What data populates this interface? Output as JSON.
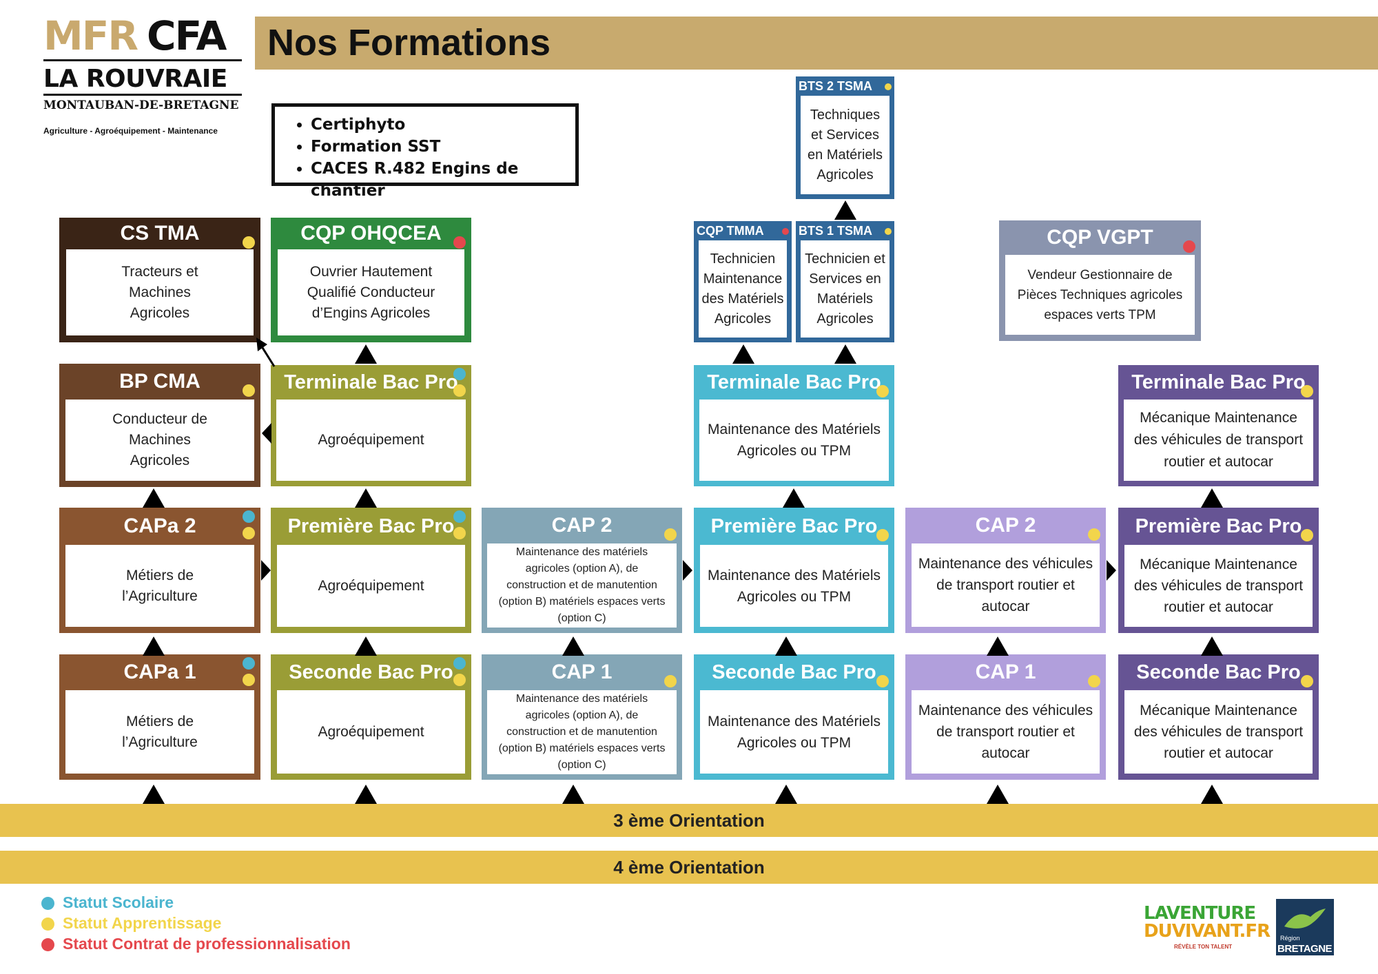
{
  "header": {
    "logo_mfr": "MFR",
    "logo_cfa": "CFA",
    "logo_name": "LA ROUVRAIE",
    "logo_city": "MONTAUBAN-DE-BRETAGNE",
    "logo_tagline": "Agriculture - Agroéquipement - Maintenance",
    "title": "Nos Formations"
  },
  "certifications": [
    "Certiphyto",
    "Formation SST",
    "CACES R.482 Engins de chantier"
  ],
  "colors": {
    "dark_brown": "#3a2416",
    "medium_brown": "#6b4328",
    "light_brown": "#8a5530",
    "dark_green": "#2e8a3e",
    "olive": "#9a9d36",
    "slate": "#84a6b6",
    "cyan": "#4bb9d1",
    "navy_blue": "#31689a",
    "grey_blue": "#8a94ae",
    "lavender": "#b19fdc",
    "purple": "#665494",
    "status_scolaire": "#4bb5cf",
    "status_apprentissage": "#f2d54b",
    "status_contrat": "#e5484d",
    "orientation": "#e8c24f",
    "title_bar": "#c8aa6e"
  },
  "cards": [
    {
      "id": "cs-tma",
      "title": "CS TMA",
      "body": [
        "Tracteurs et",
        "Machines",
        "Agricoles"
      ],
      "color": "dark_brown",
      "statuses": [
        "apprentissage"
      ]
    },
    {
      "id": "cqp-ohqcea",
      "title": "CQP OHQCEA",
      "body": [
        "Ouvrier Hautement",
        "Qualifié Conducteur",
        "d’Engins Agricoles"
      ],
      "color": "dark_green",
      "statuses": [
        "contrat"
      ]
    },
    {
      "id": "bp-cma",
      "title": "BP CMA",
      "body": [
        "Conducteur de",
        "Machines",
        "Agricoles"
      ],
      "color": "medium_brown",
      "statuses": [
        "apprentissage"
      ]
    },
    {
      "id": "terminale-agro",
      "title": "Terminale Bac Pro",
      "body": [
        "Agroéquipement"
      ],
      "color": "olive",
      "statuses": [
        "scolaire",
        "apprentissage"
      ]
    },
    {
      "id": "capa2",
      "title": "CAPa 2",
      "body": [
        "Métiers de",
        "l’Agriculture"
      ],
      "color": "light_brown",
      "statuses": [
        "scolaire",
        "apprentissage"
      ]
    },
    {
      "id": "premiere-agro",
      "title": "Première Bac Pro",
      "body": [
        "Agroéquipement"
      ],
      "color": "olive",
      "statuses": [
        "scolaire",
        "apprentissage"
      ]
    },
    {
      "id": "capa1",
      "title": "CAPa 1",
      "body": [
        "Métiers de",
        "l’Agriculture"
      ],
      "color": "light_brown",
      "statuses": [
        "scolaire",
        "apprentissage"
      ]
    },
    {
      "id": "seconde-agro",
      "title": "Seconde Bac Pro",
      "body": [
        "Agroéquipement"
      ],
      "color": "olive",
      "statuses": [
        "scolaire",
        "apprentissage"
      ]
    },
    {
      "id": "cap2-mma",
      "title": "CAP 2",
      "body": [
        "Maintenance des matériels",
        "agricoles (option A), de",
        "construction et de manutention",
        "(option B) matériels espaces verts",
        "(option C)"
      ],
      "color": "slate",
      "statuses": [
        "apprentissage"
      ]
    },
    {
      "id": "cap1-mma",
      "title": "CAP 1",
      "body": [
        "Maintenance des matériels",
        "agricoles (option A), de",
        "construction et de manutention",
        "(option B) matériels espaces verts",
        "(option C)"
      ],
      "color": "slate",
      "statuses": [
        "apprentissage"
      ]
    },
    {
      "id": "bts2-tsma",
      "title": "BTS 2 TSMA",
      "body": [
        "Techniques",
        "et Services",
        "en Matériels",
        "Agricoles"
      ],
      "color": "navy_blue",
      "statuses": [
        "apprentissage"
      ]
    },
    {
      "id": "cqp-tmma",
      "title": "CQP TMMA",
      "body": [
        "Technicien",
        "Maintenance",
        "des Matériels",
        "Agricoles"
      ],
      "color": "navy_blue",
      "statuses": [
        "contrat"
      ]
    },
    {
      "id": "bts1-tsma",
      "title": "BTS 1 TSMA",
      "body": [
        "Technicien et",
        "Services en",
        "Matériels",
        "Agricoles"
      ],
      "color": "navy_blue",
      "statuses": [
        "apprentissage"
      ]
    },
    {
      "id": "terminale-mma",
      "title": "Terminale Bac Pro",
      "body": [
        "Maintenance des Matériels",
        "Agricoles ou TPM"
      ],
      "color": "cyan",
      "statuses": [
        "apprentissage"
      ]
    },
    {
      "id": "premiere-mma",
      "title": "Première Bac Pro",
      "body": [
        "Maintenance des Matériels",
        "Agricoles ou TPM"
      ],
      "color": "cyan",
      "statuses": [
        "apprentissage"
      ]
    },
    {
      "id": "seconde-mma",
      "title": "Seconde Bac Pro",
      "body": [
        "Maintenance des Matériels",
        "Agricoles ou TPM"
      ],
      "color": "cyan",
      "statuses": [
        "apprentissage"
      ]
    },
    {
      "id": "cqp-vgpt",
      "title": "CQP VGPT",
      "body": [
        "Vendeur Gestionnaire de",
        "Pièces Techniques agricoles",
        "espaces verts TPM"
      ],
      "color": "grey_blue",
      "statuses": [
        "contrat"
      ]
    },
    {
      "id": "cap2-mvt",
      "title": "CAP 2",
      "body": [
        "Maintenance des véhicules",
        "de transport routier et",
        "autocar"
      ],
      "color": "lavender",
      "statuses": [
        "apprentissage"
      ]
    },
    {
      "id": "cap1-mvt",
      "title": "CAP 1",
      "body": [
        "Maintenance des véhicules",
        "de transport routier et",
        "autocar"
      ],
      "color": "lavender",
      "statuses": [
        "apprentissage"
      ]
    },
    {
      "id": "terminale-mvt",
      "title": "Terminale Bac Pro",
      "body": [
        "Mécanique Maintenance",
        "des véhicules de transport",
        "routier et autocar"
      ],
      "color": "purple",
      "statuses": [
        "apprentissage"
      ]
    },
    {
      "id": "premiere-mvt",
      "title": "Première Bac Pro",
      "body": [
        "Mécanique Maintenance",
        "des véhicules de transport",
        "routier et autocar"
      ],
      "color": "purple",
      "statuses": [
        "apprentissage"
      ]
    },
    {
      "id": "seconde-mvt",
      "title": "Seconde Bac Pro",
      "body": [
        "Mécanique Maintenance",
        "des véhicules de transport",
        "routier et autocar"
      ],
      "color": "purple",
      "statuses": [
        "apprentissage"
      ]
    }
  ],
  "orientation": {
    "third": "3 ème Orientation",
    "fourth": "4 ème Orientation"
  },
  "legend": [
    {
      "key": "scolaire",
      "label": "Statut Scolaire",
      "color": "status_scolaire"
    },
    {
      "key": "apprentissage",
      "label": "Statut Apprentissage",
      "color": "status_apprentissage"
    },
    {
      "key": "contrat",
      "label": "Statut Contrat de professionnalisation",
      "color": "status_contrat"
    }
  ],
  "brands": {
    "aventure_line1": "LAVENTURE",
    "aventure_line2": "DUVIVANT.FR",
    "aventure_tagline": "RÉVÈLE TON TALENT",
    "region_line1": "Région",
    "region_line2": "BRETAGNE"
  }
}
